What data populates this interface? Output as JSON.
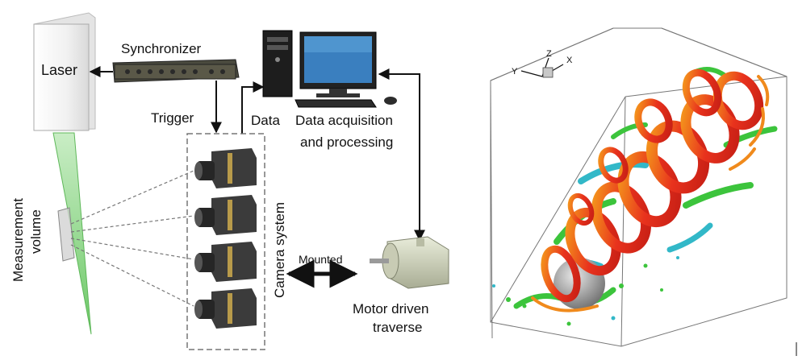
{
  "schematic": {
    "laser_label": "Laser",
    "synchronizer_label": "Synchronizer",
    "trigger_label": "Trigger",
    "data_label": "Data",
    "daq_label_line1": "Data acquisition",
    "daq_label_line2": "and processing",
    "measurement_label_line1": "Measurement",
    "measurement_label_line2": "volume",
    "camera_system_label": "Camera system",
    "mounted_label": "Mounted",
    "traverse_label_line1": "Motor driven",
    "traverse_label_line2": "traverse"
  },
  "visualization": {
    "axis_x": "X",
    "axis_y": "Y",
    "axis_z": "Z"
  },
  "colors": {
    "laser_sheet": "#8fd68a",
    "arrow": "#111111",
    "iso_red": "#e0301e",
    "iso_orange": "#f08a1c",
    "iso_green": "#3cc43c",
    "iso_cyan": "#32b8c8",
    "sphere": "#9a9a9a"
  }
}
